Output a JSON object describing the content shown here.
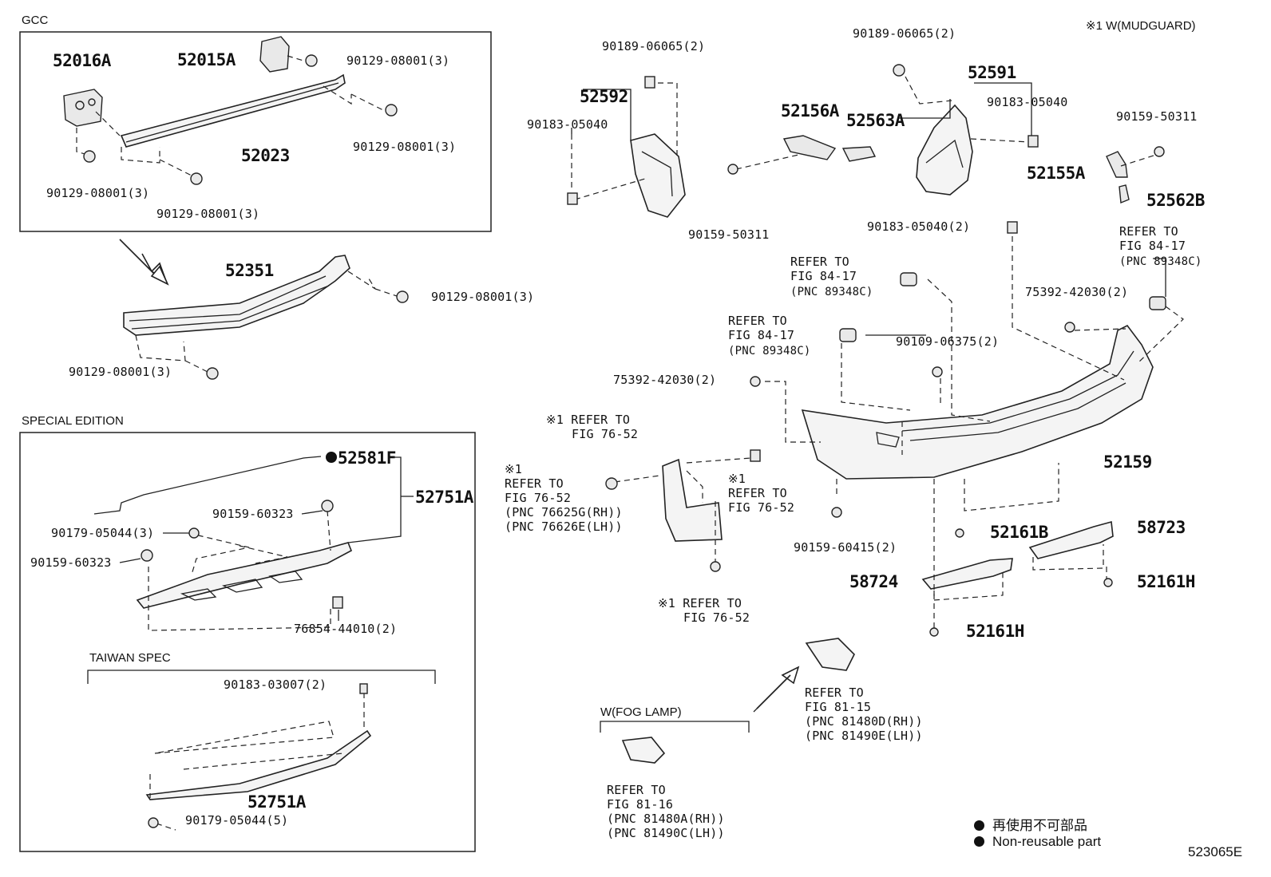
{
  "sections": {
    "gcc": "GCC",
    "special_edition": "SPECIAL EDITION",
    "taiwan_spec": "TAIWAN SPEC",
    "fog_lamp": "W(FOG LAMP)",
    "mudguard_note": "※1  W(MUDGUARD)"
  },
  "gcc_labels": {
    "p52016A": "52016A",
    "p52015A": "52015A",
    "p52023": "52023",
    "b1": "90129-08001(3)",
    "b2": "90129-08001(3)",
    "b3": "90129-08001(3)",
    "b4": "90129-08001(3)"
  },
  "reinforcement_labels": {
    "p52351": "52351",
    "b1": "90129-08001(3)",
    "b2": "90129-08001(3)"
  },
  "special_labels": {
    "p52581F": "52581F",
    "p52751A": "52751A",
    "s90159a": "90159-60323",
    "s90159b": "90159-60323",
    "s90179": "90179-05044(3)",
    "s76854": "76854-44010(2)"
  },
  "taiwan_labels": {
    "s90183": "90183-03007(2)",
    "p52751A": "52751A",
    "s90179": "90179-05044(5)"
  },
  "right_labels": {
    "l90189a": "90189-06065(2)",
    "p52592": "52592",
    "l90183a": "90183-05040",
    "p52156A": "52156A",
    "p52563A": "52563A",
    "l90159a": "90159-50311",
    "l90189b": "90189-06065(2)",
    "p52591": "52591",
    "l90183b": "90183-05040",
    "l90159b": "90159-50311",
    "p52155A": "52155A",
    "p52562B": "52562B",
    "l90183c": "90183-05040(2)",
    "ref1a": "REFER TO",
    "ref1b": "FIG 84-17",
    "ref1c": "(PNC 89348C)",
    "ref2a": "REFER TO",
    "ref2b": "FIG 84-17",
    "ref2c": "(PNC 89348C)",
    "ref3a": "REFER TO",
    "ref3b": "FIG 84-17",
    "ref3c": "(PNC 89348C)",
    "l75392a": "75392-42030(2)",
    "l75392b": "75392-42030(2)",
    "l90109": "90109-06375(2)",
    "p52159": "52159",
    "mud1a": "※1 REFER TO",
    "mud1b": "FIG 76-52",
    "mud2x": "※1",
    "mud2a": "REFER TO",
    "mud2b": "FIG 76-52",
    "mud2c": "(PNC 76625G(RH))",
    "mud2d": "(PNC 76626E(LH))",
    "mud3x": "※1",
    "mud3a": "REFER TO",
    "mud3b": "FIG 76-52",
    "mud4a": "※1 REFER TO",
    "mud4b": "FIG 76-52",
    "l90159c": "90159-60415(2)",
    "p52161B": "52161B",
    "p58723": "58723",
    "p58724": "58724",
    "p52161Ha": "52161H",
    "p52161Hb": "52161H",
    "fog1a": "REFER TO",
    "fog1b": "FIG 81-15",
    "fog1c": "(PNC 81480D(RH))",
    "fog1d": "(PNC 81490E(LH))",
    "fog2a": "REFER TO",
    "fog2b": "FIG 81-16",
    "fog2c": "(PNC 81480A(RH))",
    "fog2d": "(PNC 81490C(LH))"
  },
  "legend": {
    "jp": "再使用不可部品",
    "en": "Non-reusable part"
  },
  "figure_id": "523065E"
}
